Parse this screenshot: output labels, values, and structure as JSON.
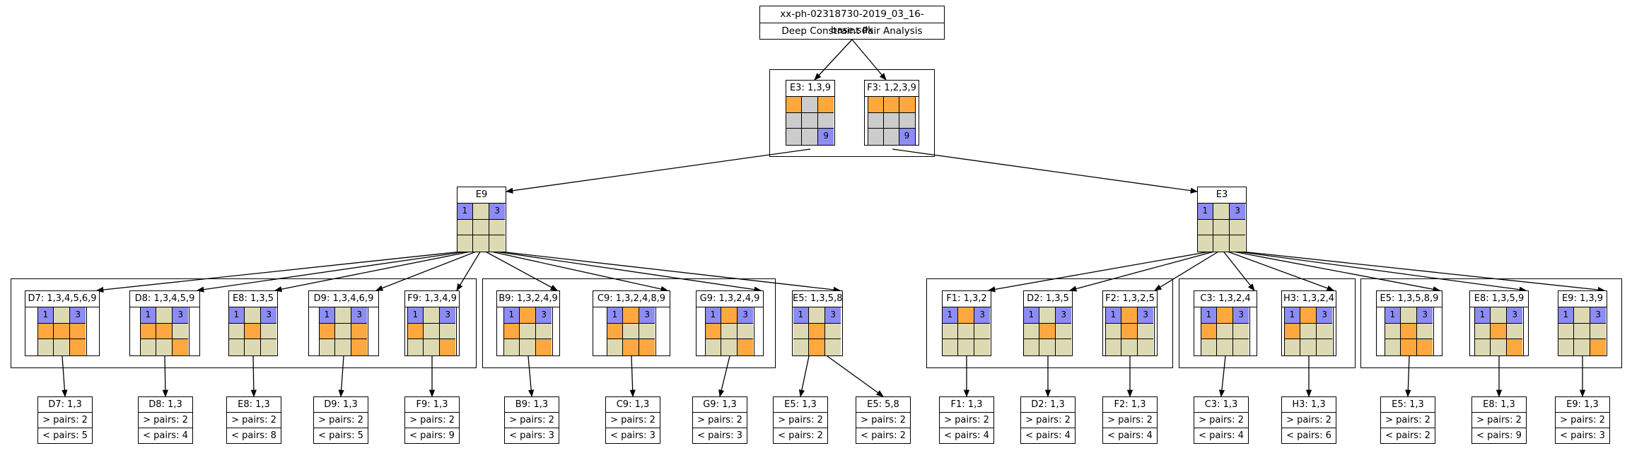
{
  "header": {
    "title": "xx-ph-02318730-2019_03_16-base.sdk",
    "subtitle": "Deep Constraint Pair Analysis"
  },
  "colors": {
    "O": "#ffa840",
    "G": "#cccccc",
    "T": "#ddd9b3",
    "B": "#8c8cf2",
    "line": "#000000"
  },
  "top_nodes": [
    {
      "label": "E3: 1,3,9",
      "cells": [
        {
          "c": "O"
        },
        {
          "c": "G"
        },
        {
          "c": "O"
        },
        {
          "c": "G"
        },
        {
          "c": "G"
        },
        {
          "c": "G"
        },
        {
          "c": "G"
        },
        {
          "c": "G"
        },
        {
          "c": "B",
          "t": "9"
        }
      ]
    },
    {
      "label": "F3: 1,2,3,9",
      "cells": [
        {
          "c": "O"
        },
        {
          "c": "O"
        },
        {
          "c": "O"
        },
        {
          "c": "G"
        },
        {
          "c": "G"
        },
        {
          "c": "G"
        },
        {
          "c": "G"
        },
        {
          "c": "G"
        },
        {
          "c": "B",
          "t": "9"
        }
      ]
    }
  ],
  "mid_nodes": [
    {
      "label": "E9",
      "cells": [
        {
          "c": "B",
          "t": "1"
        },
        {
          "c": "T"
        },
        {
          "c": "B",
          "t": "3"
        },
        {
          "c": "T"
        },
        {
          "c": "T"
        },
        {
          "c": "T"
        },
        {
          "c": "T"
        },
        {
          "c": "T"
        },
        {
          "c": "T"
        }
      ]
    },
    {
      "label": "E3",
      "cells": [
        {
          "c": "B",
          "t": "1"
        },
        {
          "c": "T"
        },
        {
          "c": "B",
          "t": "3"
        },
        {
          "c": "T"
        },
        {
          "c": "T"
        },
        {
          "c": "T"
        },
        {
          "c": "T"
        },
        {
          "c": "T"
        },
        {
          "c": "T"
        }
      ]
    }
  ],
  "nodes": [
    {
      "label": "D7: 1,3,4,5,6,9",
      "cells": [
        {
          "c": "B",
          "t": "1"
        },
        {
          "c": "T"
        },
        {
          "c": "B",
          "t": "3"
        },
        {
          "c": "O"
        },
        {
          "c": "O"
        },
        {
          "c": "O"
        },
        {
          "c": "T"
        },
        {
          "c": "T"
        },
        {
          "c": "O"
        }
      ]
    },
    {
      "label": "D8: 1,3,4,5,9",
      "cells": [
        {
          "c": "B",
          "t": "1"
        },
        {
          "c": "T"
        },
        {
          "c": "B",
          "t": "3"
        },
        {
          "c": "O"
        },
        {
          "c": "O"
        },
        {
          "c": "T"
        },
        {
          "c": "T"
        },
        {
          "c": "T"
        },
        {
          "c": "O"
        }
      ]
    },
    {
      "label": "E8: 1,3,5",
      "cells": [
        {
          "c": "B",
          "t": "1"
        },
        {
          "c": "T"
        },
        {
          "c": "B",
          "t": "3"
        },
        {
          "c": "T"
        },
        {
          "c": "O"
        },
        {
          "c": "T"
        },
        {
          "c": "T"
        },
        {
          "c": "T"
        },
        {
          "c": "T"
        }
      ]
    },
    {
      "label": "D9: 1,3,4,6,9",
      "cells": [
        {
          "c": "B",
          "t": "1"
        },
        {
          "c": "T"
        },
        {
          "c": "B",
          "t": "3"
        },
        {
          "c": "O"
        },
        {
          "c": "T"
        },
        {
          "c": "O"
        },
        {
          "c": "T"
        },
        {
          "c": "T"
        },
        {
          "c": "O"
        }
      ]
    },
    {
      "label": "F9: 1,3,4,9",
      "cells": [
        {
          "c": "B",
          "t": "1"
        },
        {
          "c": "T"
        },
        {
          "c": "B",
          "t": "3"
        },
        {
          "c": "O"
        },
        {
          "c": "T"
        },
        {
          "c": "T"
        },
        {
          "c": "T"
        },
        {
          "c": "T"
        },
        {
          "c": "O"
        }
      ]
    },
    {
      "label": "B9: 1,3,2,4,9",
      "cells": [
        {
          "c": "B",
          "t": "1"
        },
        {
          "c": "O"
        },
        {
          "c": "B",
          "t": "3"
        },
        {
          "c": "O"
        },
        {
          "c": "T"
        },
        {
          "c": "T"
        },
        {
          "c": "T"
        },
        {
          "c": "T"
        },
        {
          "c": "O"
        }
      ]
    },
    {
      "label": "C9: 1,3,2,4,8,9",
      "cells": [
        {
          "c": "B",
          "t": "1"
        },
        {
          "c": "O"
        },
        {
          "c": "B",
          "t": "3"
        },
        {
          "c": "O"
        },
        {
          "c": "T"
        },
        {
          "c": "T"
        },
        {
          "c": "T"
        },
        {
          "c": "O"
        },
        {
          "c": "O"
        }
      ]
    },
    {
      "label": "G9: 1,3,2,4,9",
      "cells": [
        {
          "c": "B",
          "t": "1"
        },
        {
          "c": "O"
        },
        {
          "c": "B",
          "t": "3"
        },
        {
          "c": "O"
        },
        {
          "c": "T"
        },
        {
          "c": "T"
        },
        {
          "c": "T"
        },
        {
          "c": "T"
        },
        {
          "c": "O"
        }
      ]
    },
    {
      "label": "E5: 1,3,5,8",
      "cells": [
        {
          "c": "B",
          "t": "1"
        },
        {
          "c": "T"
        },
        {
          "c": "B",
          "t": "3"
        },
        {
          "c": "T"
        },
        {
          "c": "O"
        },
        {
          "c": "T"
        },
        {
          "c": "T"
        },
        {
          "c": "O"
        },
        {
          "c": "T"
        }
      ]
    },
    {
      "label": "F1: 1,3,2",
      "cells": [
        {
          "c": "B",
          "t": "1"
        },
        {
          "c": "O"
        },
        {
          "c": "B",
          "t": "3"
        },
        {
          "c": "T"
        },
        {
          "c": "T"
        },
        {
          "c": "T"
        },
        {
          "c": "T"
        },
        {
          "c": "T"
        },
        {
          "c": "T"
        }
      ]
    },
    {
      "label": "D2: 1,3,5",
      "cells": [
        {
          "c": "B",
          "t": "1"
        },
        {
          "c": "T"
        },
        {
          "c": "B",
          "t": "3"
        },
        {
          "c": "T"
        },
        {
          "c": "O"
        },
        {
          "c": "T"
        },
        {
          "c": "T"
        },
        {
          "c": "T"
        },
        {
          "c": "T"
        }
      ]
    },
    {
      "label": "F2: 1,3,2,5",
      "cells": [
        {
          "c": "B",
          "t": "1"
        },
        {
          "c": "O"
        },
        {
          "c": "B",
          "t": "3"
        },
        {
          "c": "T"
        },
        {
          "c": "O"
        },
        {
          "c": "T"
        },
        {
          "c": "T"
        },
        {
          "c": "T"
        },
        {
          "c": "T"
        }
      ]
    },
    {
      "label": "C3: 1,3,2,4",
      "cells": [
        {
          "c": "B",
          "t": "1"
        },
        {
          "c": "O"
        },
        {
          "c": "B",
          "t": "3"
        },
        {
          "c": "O"
        },
        {
          "c": "T"
        },
        {
          "c": "T"
        },
        {
          "c": "T"
        },
        {
          "c": "T"
        },
        {
          "c": "T"
        }
      ]
    },
    {
      "label": "H3: 1,3,2,4",
      "cells": [
        {
          "c": "B",
          "t": "1"
        },
        {
          "c": "O"
        },
        {
          "c": "B",
          "t": "3"
        },
        {
          "c": "O"
        },
        {
          "c": "T"
        },
        {
          "c": "T"
        },
        {
          "c": "T"
        },
        {
          "c": "T"
        },
        {
          "c": "T"
        }
      ]
    },
    {
      "label": "E5: 1,3,5,8,9",
      "cells": [
        {
          "c": "B",
          "t": "1"
        },
        {
          "c": "T"
        },
        {
          "c": "B",
          "t": "3"
        },
        {
          "c": "T"
        },
        {
          "c": "O"
        },
        {
          "c": "T"
        },
        {
          "c": "T"
        },
        {
          "c": "O"
        },
        {
          "c": "O"
        }
      ]
    },
    {
      "label": "E8: 1,3,5,9",
      "cells": [
        {
          "c": "B",
          "t": "1"
        },
        {
          "c": "T"
        },
        {
          "c": "B",
          "t": "3"
        },
        {
          "c": "T"
        },
        {
          "c": "O"
        },
        {
          "c": "T"
        },
        {
          "c": "T"
        },
        {
          "c": "T"
        },
        {
          "c": "O"
        }
      ]
    },
    {
      "label": "E9: 1,3,9",
      "cells": [
        {
          "c": "B",
          "t": "1"
        },
        {
          "c": "T"
        },
        {
          "c": "B",
          "t": "3"
        },
        {
          "c": "T"
        },
        {
          "c": "T"
        },
        {
          "c": "T"
        },
        {
          "c": "T"
        },
        {
          "c": "T"
        },
        {
          "c": "O"
        }
      ]
    }
  ],
  "leaves": [
    {
      "title": "D7: 1,3",
      "gt": "> pairs: 2",
      "lt": "< pairs: 5"
    },
    {
      "title": "D8: 1,3",
      "gt": "> pairs: 2",
      "lt": "< pairs: 4"
    },
    {
      "title": "E8: 1,3",
      "gt": "> pairs: 2",
      "lt": "< pairs: 8"
    },
    {
      "title": "D9: 1,3",
      "gt": "> pairs: 2",
      "lt": "< pairs: 5"
    },
    {
      "title": "F9: 1,3",
      "gt": "> pairs: 2",
      "lt": "< pairs: 9"
    },
    {
      "title": "B9: 1,3",
      "gt": "> pairs: 2",
      "lt": "< pairs: 3"
    },
    {
      "title": "C9: 1,3",
      "gt": "> pairs: 2",
      "lt": "< pairs: 3"
    },
    {
      "title": "G9: 1,3",
      "gt": "> pairs: 2",
      "lt": "< pairs: 3"
    },
    {
      "title": "E5: 1,3",
      "gt": "> pairs: 2",
      "lt": "< pairs: 2"
    },
    {
      "title": "E5: 5,8",
      "gt": "> pairs: 2",
      "lt": "< pairs: 2"
    },
    {
      "title": "F1: 1,3",
      "gt": "> pairs: 2",
      "lt": "< pairs: 4"
    },
    {
      "title": "D2: 1,3",
      "gt": "> pairs: 2",
      "lt": "< pairs: 4"
    },
    {
      "title": "F2: 1,3",
      "gt": "> pairs: 2",
      "lt": "< pairs: 4"
    },
    {
      "title": "C3: 1,3",
      "gt": "> pairs: 2",
      "lt": "< pairs: 4"
    },
    {
      "title": "H3: 1,3",
      "gt": "> pairs: 2",
      "lt": "< pairs: 6"
    },
    {
      "title": "E5: 1,3",
      "gt": "> pairs: 2",
      "lt": "< pairs: 2"
    },
    {
      "title": "E8: 1,3",
      "gt": "> pairs: 2",
      "lt": "< pairs: 9"
    },
    {
      "title": "E9: 1,3",
      "gt": "> pairs: 2",
      "lt": "< pairs: 3"
    }
  ]
}
